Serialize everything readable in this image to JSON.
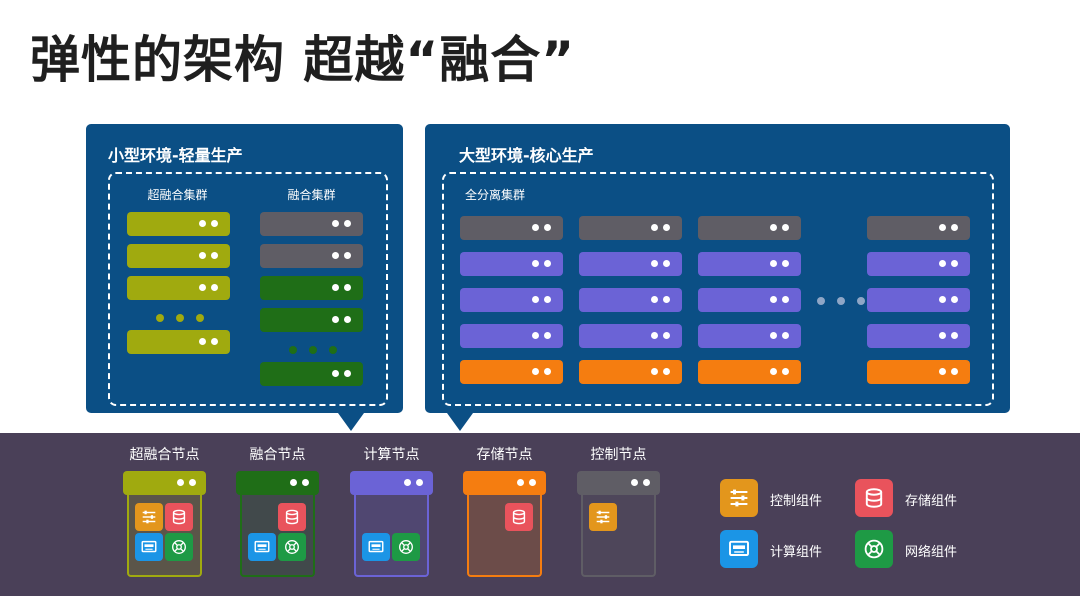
{
  "title": "弹性的架构 超越“融合”",
  "left_panel": {
    "title": "小型环境-轻量生产",
    "groups": [
      {
        "label": "超融合集群",
        "servers": [
          "olive",
          "olive",
          "olive",
          "ellipsis",
          "olive"
        ]
      },
      {
        "label": "融合集群",
        "servers": [
          "gray",
          "gray",
          "green",
          "green",
          "ellipsis",
          "green"
        ]
      }
    ]
  },
  "right_panel": {
    "title": "大型环境-核心生产",
    "group_label": "全分离集群",
    "columns": [
      [
        "gray",
        "purple",
        "purple",
        "purple",
        "orange"
      ],
      [
        "gray",
        "purple",
        "purple",
        "purple",
        "orange"
      ],
      [
        "gray",
        "purple",
        "purple",
        "purple",
        "orange"
      ],
      [
        "gray",
        "purple",
        "purple",
        "purple",
        "orange"
      ]
    ]
  },
  "nodes": [
    {
      "label": "超融合节点",
      "color": "#a0aa0f",
      "components": [
        "control",
        "storage",
        "compute",
        "network"
      ]
    },
    {
      "label": "融合节点",
      "color": "#1f6e17",
      "components": [
        "storage",
        "compute",
        "network"
      ]
    },
    {
      "label": "计算节点",
      "color": "#6b63d6",
      "components": [
        "compute",
        "network"
      ]
    },
    {
      "label": "存储节点",
      "color": "#f57d10",
      "components": [
        "storage"
      ]
    },
    {
      "label": "控制节点",
      "color": "#5f5d65",
      "components": [
        "control"
      ]
    }
  ],
  "legend": [
    {
      "key": "control",
      "label": "控制组件",
      "icon": "sliders-icon",
      "color": "#e3961c"
    },
    {
      "key": "storage",
      "label": "存储组件",
      "icon": "database-icon",
      "color": "#e9535c"
    },
    {
      "key": "compute",
      "label": "计算组件",
      "icon": "kvm-icon",
      "color": "#1b95e6"
    },
    {
      "key": "network",
      "label": "网络组件",
      "icon": "network-icon",
      "color": "#1e9a45"
    }
  ],
  "colors": {
    "panel": "#0b4f85",
    "bottom_band": "#4a4058",
    "olive": "#a0aa0f",
    "gray": "#5f5d65",
    "green": "#1f6e17",
    "purple": "#6b63d6",
    "orange": "#f57d10"
  }
}
